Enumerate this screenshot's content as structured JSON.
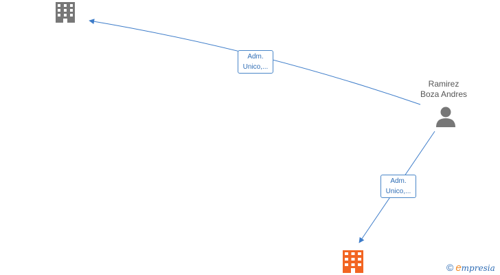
{
  "nodes": {
    "company_top": {
      "icon": "building-icon",
      "color": "#777777"
    },
    "company_bottom": {
      "icon": "building-icon",
      "color": "#f26522"
    },
    "person": {
      "icon": "person-icon",
      "color": "#777777",
      "name_line1": "Ramirez",
      "name_line2": "Boza Andres"
    }
  },
  "edges": [
    {
      "from": "person",
      "to": "company_top",
      "label_line1": "Adm.",
      "label_line2": "Unico,..."
    },
    {
      "from": "person",
      "to": "company_bottom",
      "label_line1": "Adm.",
      "label_line2": "Unico,..."
    }
  ],
  "colors": {
    "edge": "#3d7cc9",
    "label_border": "#4a86c8",
    "label_text": "#2f6db5"
  },
  "watermark": {
    "copyright": "©",
    "brand_initial": "e",
    "brand_rest": "mpresia"
  }
}
